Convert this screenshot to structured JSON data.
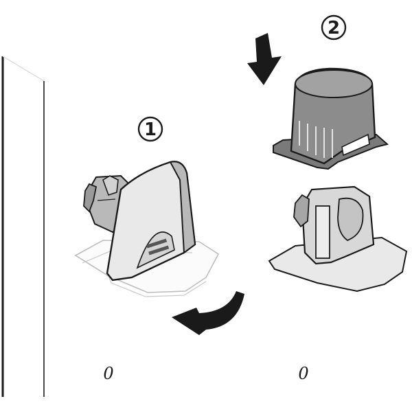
{
  "steps": [
    {
      "number": "1"
    },
    {
      "number": "2"
    }
  ],
  "labels": {
    "left": "0",
    "right": "0"
  },
  "colors": {
    "outline": "#1a1a1a",
    "light_fill": "#e9e9e9",
    "mid_fill": "#b9b9b9",
    "dark_fill": "#7a7a7a",
    "ghost_outline": "#bdbdbd"
  },
  "icons": {
    "step1_arrow": "curved-arrow-left-icon",
    "step2_arrow": "arrow-down-icon"
  }
}
